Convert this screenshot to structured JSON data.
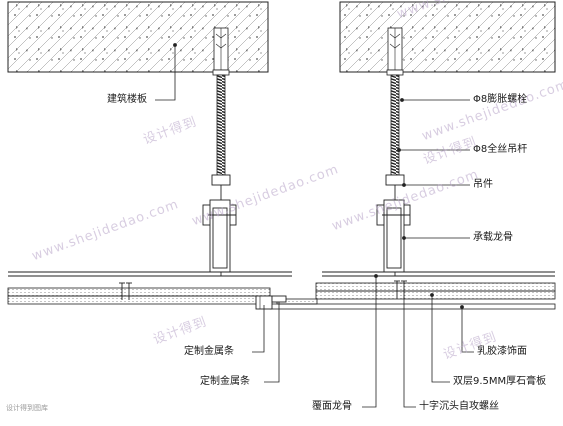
{
  "labels": {
    "slab": "建筑楼板",
    "expansion_bolt": "Φ8膨胀螺栓",
    "threaded_rod": "Φ8全丝吊杆",
    "hanger": "吊件",
    "main_keel": "承载龙骨",
    "metal_strip_1": "定制金属条",
    "metal_strip_2": "定制金属条",
    "latex_paint": "乳胶漆饰面",
    "gypsum_board": "双层9.5MM厚石膏板",
    "cover_keel": "覆面龙骨",
    "screw": "十字沉头自攻螺丝"
  },
  "watermarks": {
    "cn": "设计得到",
    "url": "www.shejidedao.com"
  },
  "corner_mark": "设计得到图库",
  "colors": {
    "line": "#1a1a1a",
    "watermark": "#b9a6c9"
  }
}
